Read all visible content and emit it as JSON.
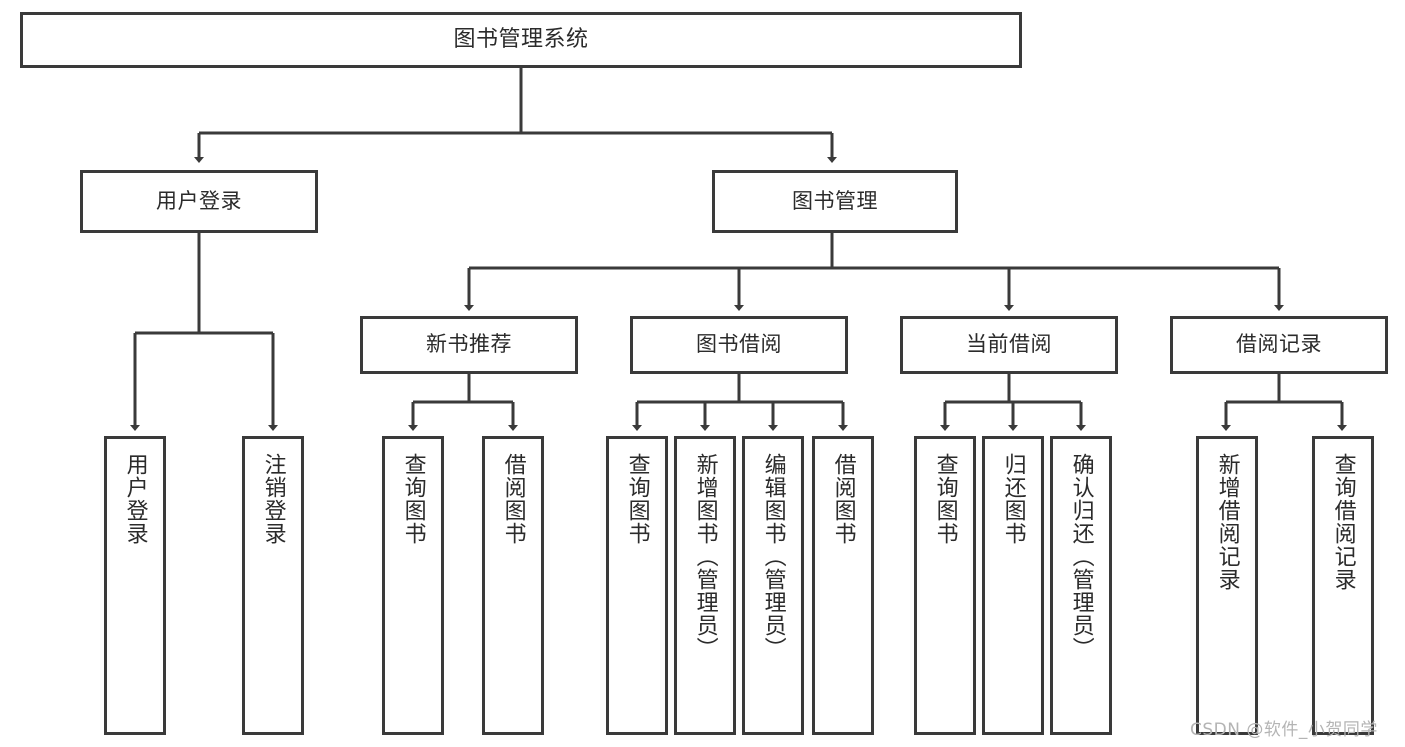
{
  "diagram": {
    "title": "图书管理系统",
    "watermark": "CSDN @软件_小贺同学",
    "colors": {
      "border": "#3a3a3a",
      "background": "#ffffff",
      "text": "#2b2b2b",
      "wire": "#3a3a3a",
      "watermark": "#b4b4b4"
    },
    "root": {
      "label": "图书管理系统"
    },
    "level2": [
      {
        "label": "用户登录"
      },
      {
        "label": "图书管理"
      }
    ],
    "level3": [
      {
        "label": "新书推荐"
      },
      {
        "label": "图书借阅"
      },
      {
        "label": "当前借阅"
      },
      {
        "label": "借阅记录"
      }
    ],
    "leaves": {
      "user_login": [
        {
          "label": "用户登录"
        },
        {
          "label": "注销登录"
        }
      ],
      "new_book_recommend": [
        {
          "label": "查询图书"
        },
        {
          "label": "借阅图书"
        }
      ],
      "book_borrow": [
        {
          "label": "查询图书"
        },
        {
          "label": "新增图书（管理员）"
        },
        {
          "label": "编辑图书（管理员）"
        },
        {
          "label": "借阅图书"
        }
      ],
      "current_borrow": [
        {
          "label": "查询图书"
        },
        {
          "label": "归还图书"
        },
        {
          "label": "确认归还（管理员）"
        }
      ],
      "borrow_record": [
        {
          "label": "新增借阅记录"
        },
        {
          "label": "查询借阅记录"
        }
      ]
    }
  }
}
